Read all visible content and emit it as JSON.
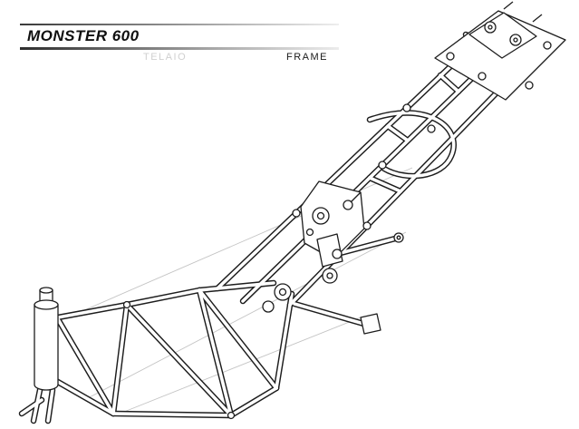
{
  "header": {
    "title": "MONSTER 600",
    "label_left": "TELAIO",
    "label_right": "FRAME"
  },
  "diagram": {
    "alt": "Technical line drawing of the Monster 600 steel trellis frame seen from the left side: steering head tube at the lower left, triangulated trellis tubes along the bottom, twin rails rising to the rear subframe plate at the upper right, with centre engine-mount bracket, suspension linkage and curved rear loop tubes",
    "line_color": "#1d1d1d",
    "background_color": "#ffffff",
    "faded_label_color": "#d0d0d0"
  }
}
